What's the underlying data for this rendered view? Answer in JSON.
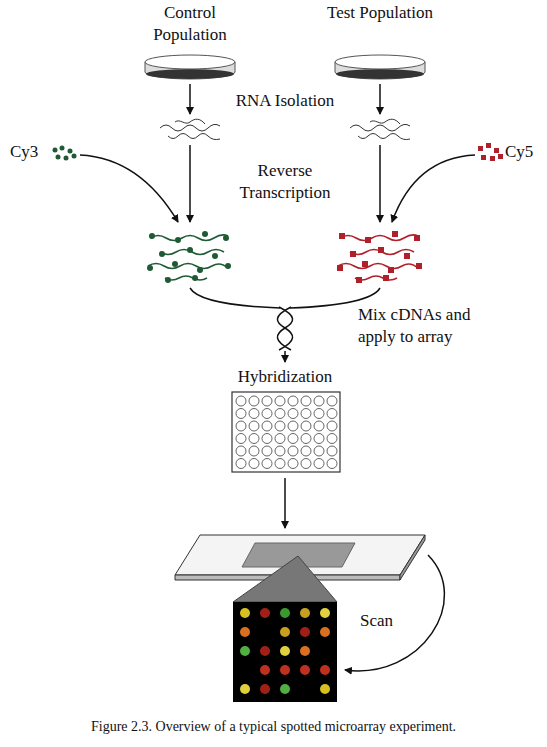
{
  "diagram": {
    "caption": "Figure 2.3. Overview of a typical spotted microarray experiment.",
    "labels": [
      "Control Population",
      "Test Population",
      "RNA Isolation",
      "Cy3",
      "Cy5",
      "Reverse Transcription",
      "Mix cDNAs and apply to array",
      "Hybridization",
      "Scan"
    ]
  }
}
